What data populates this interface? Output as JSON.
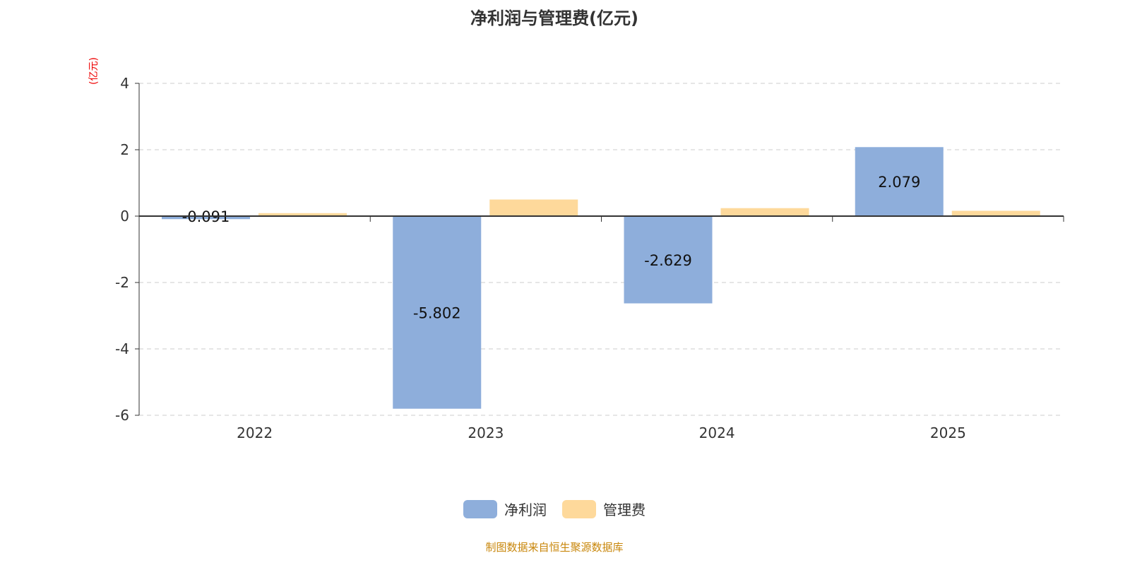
{
  "title": "净利润与管理费(亿元)",
  "unit_label": "(亿元)",
  "source": "制图数据来自恒生聚源数据库",
  "chart_data": {
    "type": "bar",
    "title": "净利润与管理费(亿元)",
    "ylabel": "(亿元)",
    "categories": [
      "2022",
      "2023",
      "2024",
      "2025"
    ],
    "ylim": [
      -6,
      4
    ],
    "yticks": [
      4,
      2,
      0,
      -2,
      -4,
      -6
    ],
    "grid": true,
    "legend_position": "bottom",
    "series": [
      {
        "name": "净利润",
        "color": "#8eaedb",
        "values": [
          -0.091,
          -5.802,
          -2.629,
          2.079
        ],
        "show_labels": true
      },
      {
        "name": "管理费",
        "color": "#fed99b",
        "values": [
          0.09,
          0.5,
          0.24,
          0.16
        ],
        "show_labels": false
      }
    ]
  }
}
